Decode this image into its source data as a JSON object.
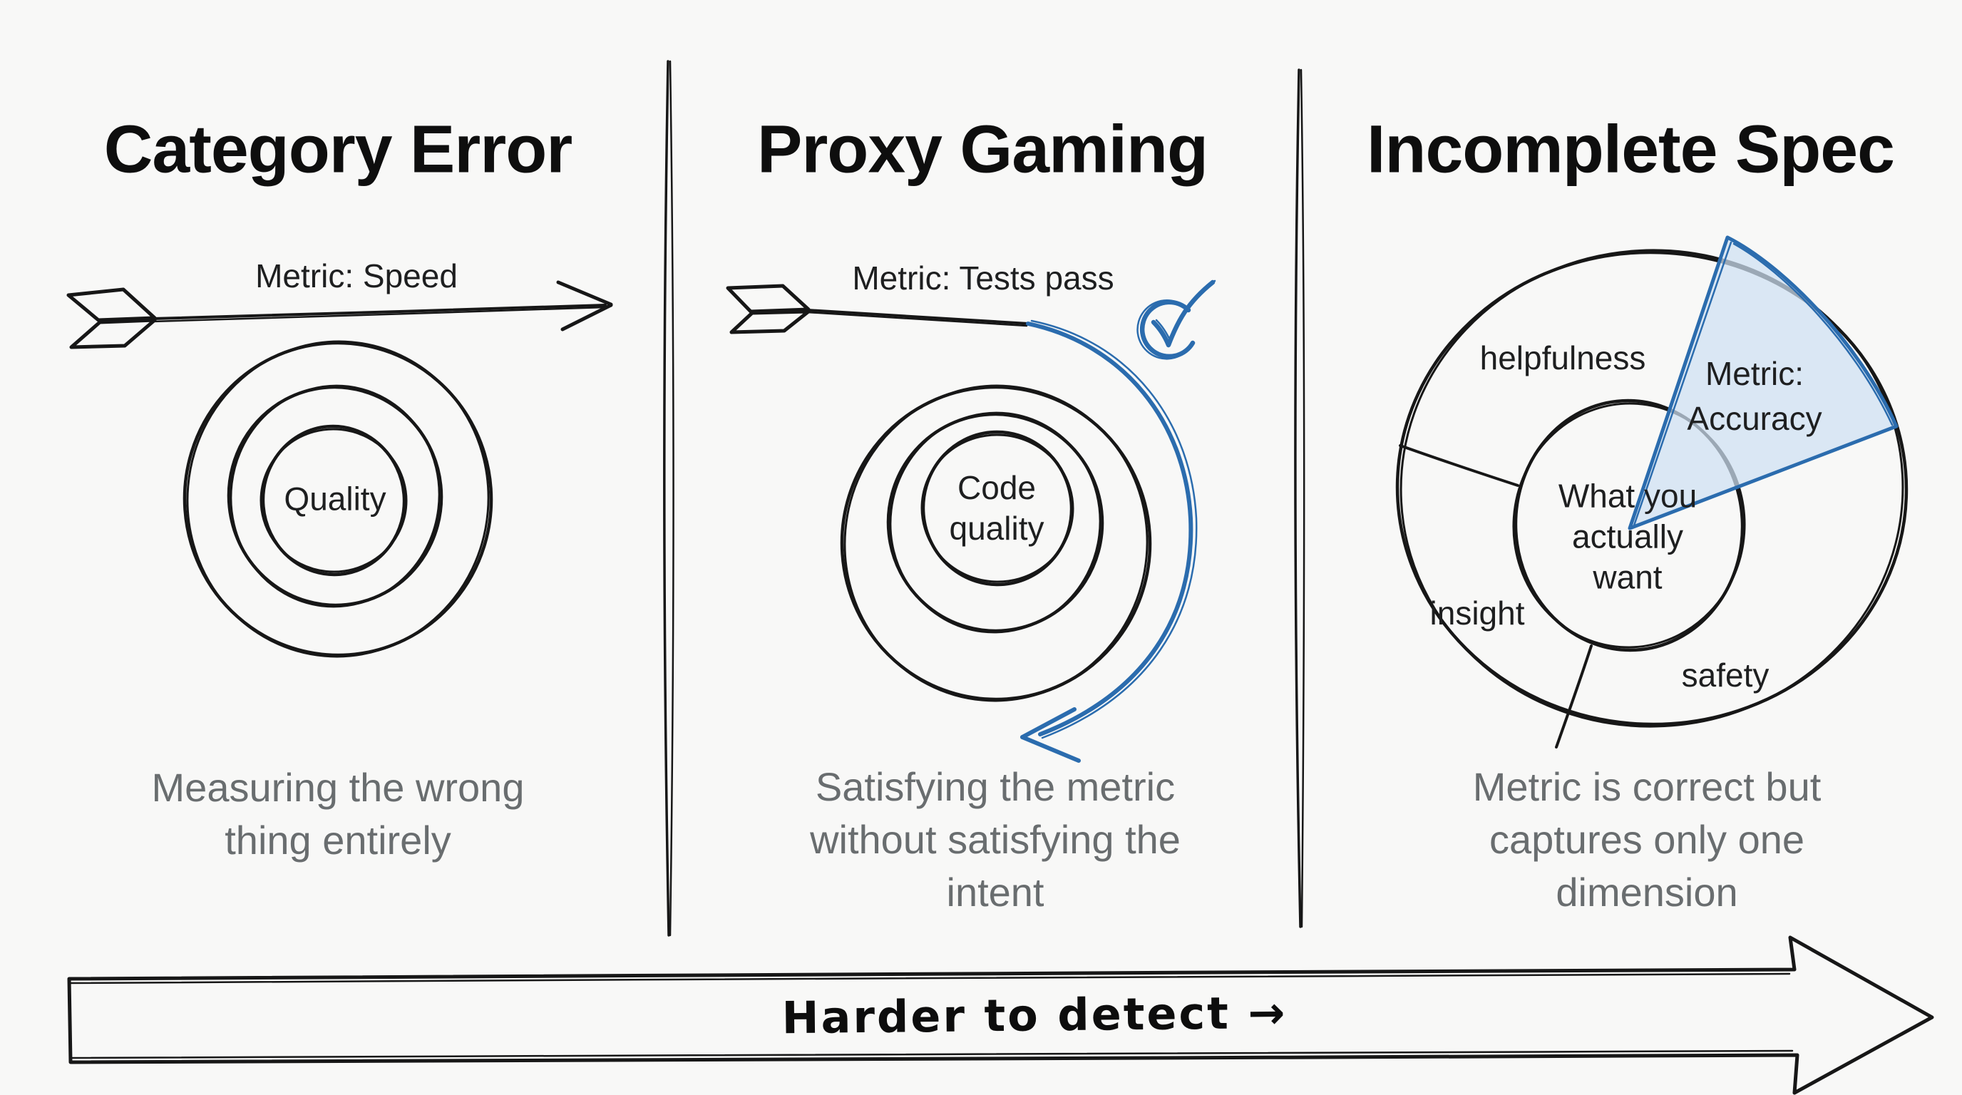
{
  "colors": {
    "background": "#f8f8f7",
    "ink": "#171717",
    "caption_gray": "#696d6f",
    "accent_blue": "#2b6cae",
    "wedge_fill": "#cfe0f3"
  },
  "panels": [
    {
      "title": "Category Error",
      "metric_label": "Metric: Speed",
      "target_label_lines": [
        "Quality"
      ],
      "caption_lines": [
        "Measuring the wrong",
        "thing entirely"
      ]
    },
    {
      "title": "Proxy Gaming",
      "metric_label": "Metric: Tests pass",
      "target_label_lines": [
        "Code",
        "quality"
      ],
      "caption_lines": [
        "Satisfying the metric",
        "without satisfying the",
        "intent"
      ]
    },
    {
      "title": "Incomplete Spec",
      "wedge_label_lines": [
        "Metric:",
        "Accuracy"
      ],
      "center_label_lines": [
        "What you",
        "actually",
        "want"
      ],
      "ring_labels": [
        "helpfulness",
        "insight",
        "safety"
      ],
      "caption_lines": [
        "Metric is correct but",
        "captures only one",
        "dimension"
      ]
    }
  ],
  "footer": {
    "arrow_label": "Harder to detect →"
  }
}
